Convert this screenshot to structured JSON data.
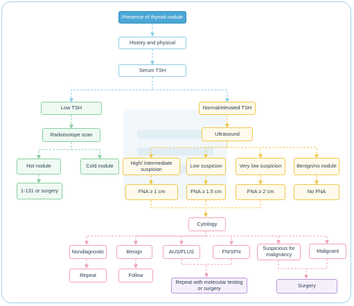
{
  "nodes": {
    "presence": "Presence of thyroid nodule",
    "history": "History and physical",
    "serum_tsh": "Serum TSH",
    "low_tsh": "Low TSH",
    "normal_tsh": "Normal/elevated TSH",
    "radioisotope": "Radioisotope scan",
    "ultrasound": "Ultrasound",
    "hot_nodule": "Hot nodule",
    "cold_nodule": "Cold nodule",
    "i131": "1-131 or surgery",
    "high_suspicion": "High/ intermediate suspicion",
    "low_suspicion": "Low suspicion",
    "very_low_suspicion": "Very low suspicion",
    "benign_no_nodule": "Benign/no nodule",
    "fna_1": "FNA ≥ 1 cm",
    "fna_15": "FNA ≥ 1.5 cm",
    "fna_2": "FNA ≥ 2 cm",
    "no_fna": "No FNA",
    "cytology": "Cytology",
    "nondiagnostic": "Nondiagnostic",
    "benign": "Benign",
    "aus_flus": "AUS/FLUS",
    "fn_sfn": "FN/SFN",
    "suspicious_malignancy": "Suspicious for malignancy",
    "malignant": "Malignant",
    "repeat": "Repeat",
    "follow": "Follow",
    "repeat_molecular": "Repeat with molecular testing or surgery",
    "surgery": "Surgery"
  },
  "colors": {
    "blue_line": "#8ccbe6",
    "green_line": "#86cfa0",
    "orange_line": "#f2c64a",
    "pink_line": "#f0a3bb",
    "header_fill": "#4aa7d6"
  }
}
